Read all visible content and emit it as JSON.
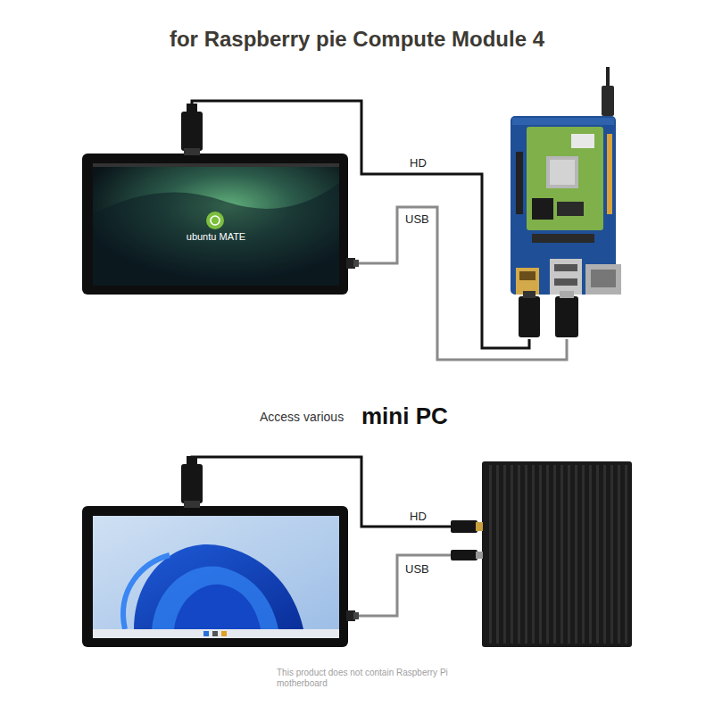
{
  "diagram": {
    "title": "for Raspberry pie Compute Module 4",
    "caption": "This product does not contain Raspberry Pi motherboard",
    "nodes": [
      {
        "text": [
          "ubuntu MATE"
        ]
      }
    ],
    "labels": [
      "HD",
      "USB",
      "Access various",
      "mini PC",
      "HD",
      "USB"
    ]
  }
}
